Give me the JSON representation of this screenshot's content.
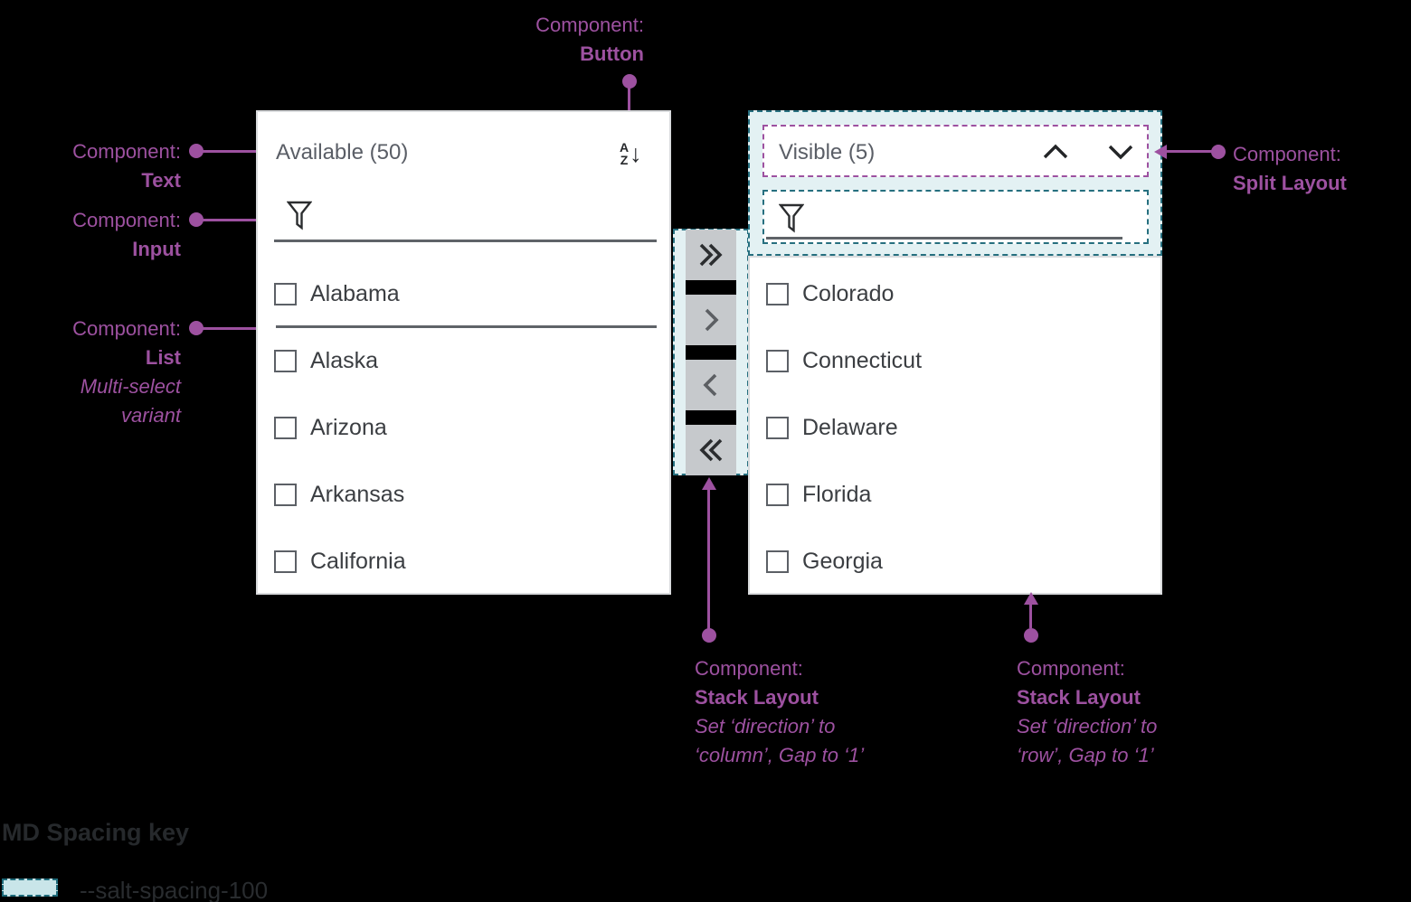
{
  "colors": {
    "background": "#000000",
    "annotation_purple": "#9d51a0",
    "spacing_teal_border": "#266f7f",
    "spacing_teal_fill": "#e3f1f3",
    "panel_white": "#ffffff",
    "panel_border": "#d9dbdd",
    "header_gray": "#5a5e66",
    "list_text": "#3b3e42",
    "transfer_button_gray": "#c6c9cc"
  },
  "annotations": {
    "button": {
      "prefix": "Component:",
      "name": "Button"
    },
    "text": {
      "prefix": "Component:",
      "name": "Text"
    },
    "input": {
      "prefix": "Component:",
      "name": "Input"
    },
    "list": {
      "prefix": "Component:",
      "name": "List",
      "variant_line_1": "Multi-select",
      "variant_line_2": "variant"
    },
    "split_layout": {
      "prefix": "Component:",
      "name": "Split Layout"
    },
    "stack_layout_column": {
      "prefix": "Component:",
      "name": "Stack Layout",
      "detail_line_1": "Set ‘direction’ to",
      "detail_line_2": "‘column’, Gap to ‘1’"
    },
    "stack_layout_row": {
      "prefix": "Component:",
      "name": "Stack Layout",
      "detail_line_1": "Set ‘direction’ to",
      "detail_line_2": "‘row’, Gap to ‘1’"
    }
  },
  "available_panel": {
    "header": "Available (50)",
    "sort_icon": {
      "letter_top": "A",
      "letter_bottom": "Z",
      "arrow": "↓"
    },
    "filter_icon": "funnel-icon",
    "items": [
      {
        "label": "Alabama",
        "checked": false
      },
      {
        "label": "Alaska",
        "checked": false
      },
      {
        "label": "Arizona",
        "checked": false
      },
      {
        "label": "Arkansas",
        "checked": false
      },
      {
        "label": "California",
        "checked": false
      }
    ]
  },
  "visible_panel": {
    "header": "Visible (5)",
    "filter_icon": "funnel-icon",
    "move_buttons": [
      "chevron-up",
      "chevron-down"
    ],
    "items": [
      {
        "label": "Colorado",
        "checked": false
      },
      {
        "label": "Connecticut",
        "checked": false
      },
      {
        "label": "Delaware",
        "checked": false
      },
      {
        "label": "Florida",
        "checked": false
      },
      {
        "label": "Georgia",
        "checked": false
      }
    ]
  },
  "transfer_buttons": [
    {
      "name": "move-all-right",
      "icon": "double-chevron-right"
    },
    {
      "name": "move-right",
      "icon": "chevron-right"
    },
    {
      "name": "move-left",
      "icon": "chevron-left"
    },
    {
      "name": "move-all-left",
      "icon": "double-chevron-left"
    }
  ],
  "spacing_key": {
    "title": "MD Spacing key",
    "token": "--salt-spacing-100"
  }
}
